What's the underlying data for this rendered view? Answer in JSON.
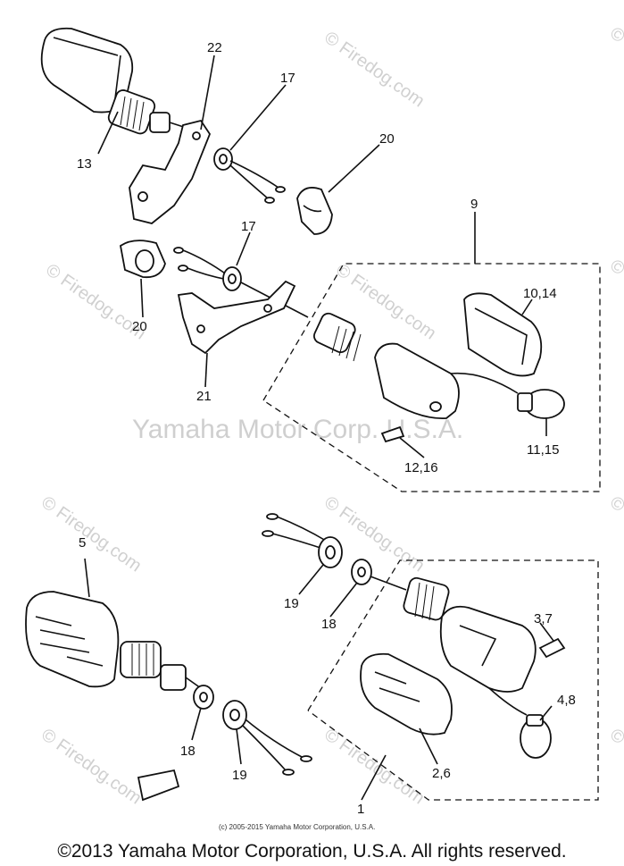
{
  "watermarks": {
    "brand": "© Firedog.com",
    "center": "Yamaha Motor Corp. U.S.A."
  },
  "callouts": {
    "c22": "22",
    "c17a": "17",
    "c13": "13",
    "c20a": "20",
    "c9": "9",
    "c17b": "17",
    "c20b": "20",
    "c10_14": "10,14",
    "c21": "21",
    "c11_15": "11,15",
    "c12_16": "12,16",
    "c5": "5",
    "c19a": "19",
    "c18a": "18",
    "c3_7": "3,7",
    "c4_8": "4,8",
    "c18b": "18",
    "c19b": "19",
    "c2_6": "2,6",
    "c1": "1"
  },
  "small_copyright": "(c) 2005-2015 Yamaha Motor Corporation, U.S.A.",
  "footer": "©2013 Yamaha Motor Corporation, U.S.A. All rights reserved."
}
